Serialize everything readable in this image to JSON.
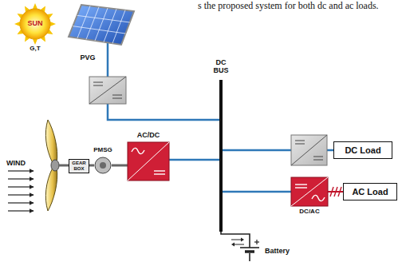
{
  "diagram": {
    "nodes": [
      {
        "text": [
          "SUN",
          "G,T"
        ]
      },
      {
        "text": [
          "PVG"
        ]
      },
      {
        "text": [
          "DC BUS"
        ]
      },
      {
        "text": [
          "GEAR BOX"
        ]
      },
      {
        "text": [
          "PMSG"
        ]
      },
      {
        "text": [
          "AC/DC"
        ]
      },
      {
        "text": [
          "DC/AC"
        ]
      },
      {
        "text": [
          "DC Load"
        ]
      },
      {
        "text": [
          "AC Load"
        ]
      },
      {
        "text": [
          "Battery"
        ]
      }
    ],
    "edges": [
      {
        "from": 1,
        "to": 2,
        "arrow": "none"
      },
      {
        "from": 3,
        "to": 4,
        "arrow": "none"
      },
      {
        "from": 4,
        "to": 5,
        "arrow": "none"
      },
      {
        "from": 5,
        "to": 2,
        "arrow": "none"
      },
      {
        "from": 2,
        "to": 7,
        "arrow": "none"
      },
      {
        "from": 2,
        "to": 6,
        "arrow": "none"
      },
      {
        "from": 6,
        "to": 8,
        "arrow": "none"
      },
      {
        "from": 2,
        "to": 9,
        "arrow": "none"
      }
    ],
    "labels": [
      "s the proposed system for both dc and ac loads.",
      "WIND"
    ]
  }
}
